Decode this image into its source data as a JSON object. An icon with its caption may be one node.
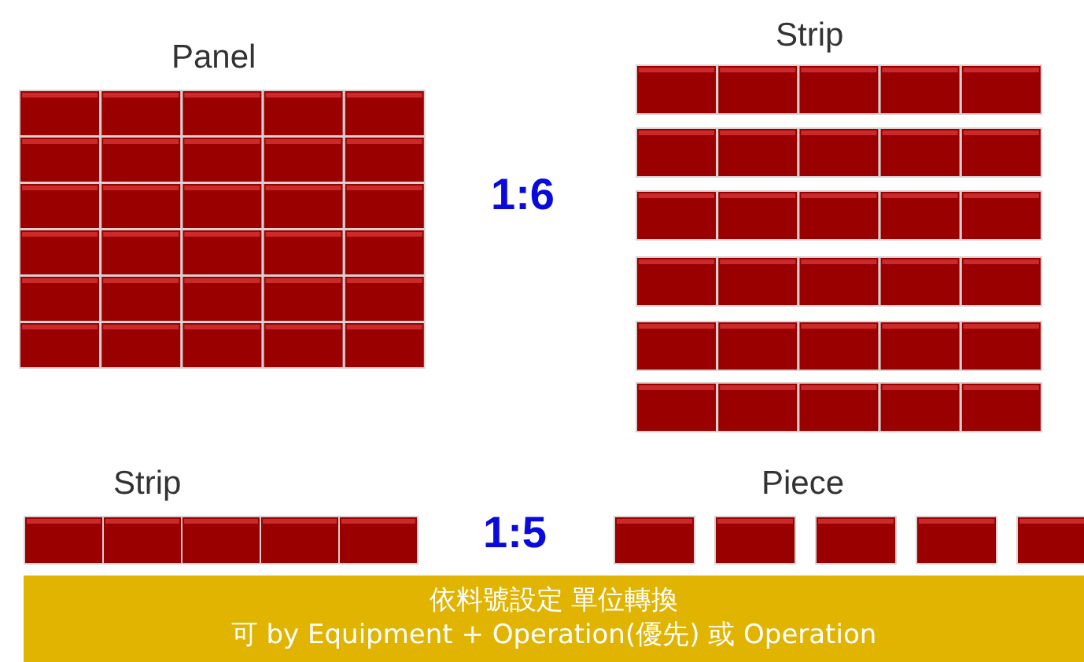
{
  "diagram": {
    "nodes": [
      {
        "text": [
          "依料號設定 單位轉換",
          "可 by Equipment + Operation(優先) 或 Operation"
        ]
      }
    ],
    "labels": [
      "Panel",
      "Strip",
      "1:6",
      "Strip",
      "Piece",
      "1:5"
    ]
  }
}
